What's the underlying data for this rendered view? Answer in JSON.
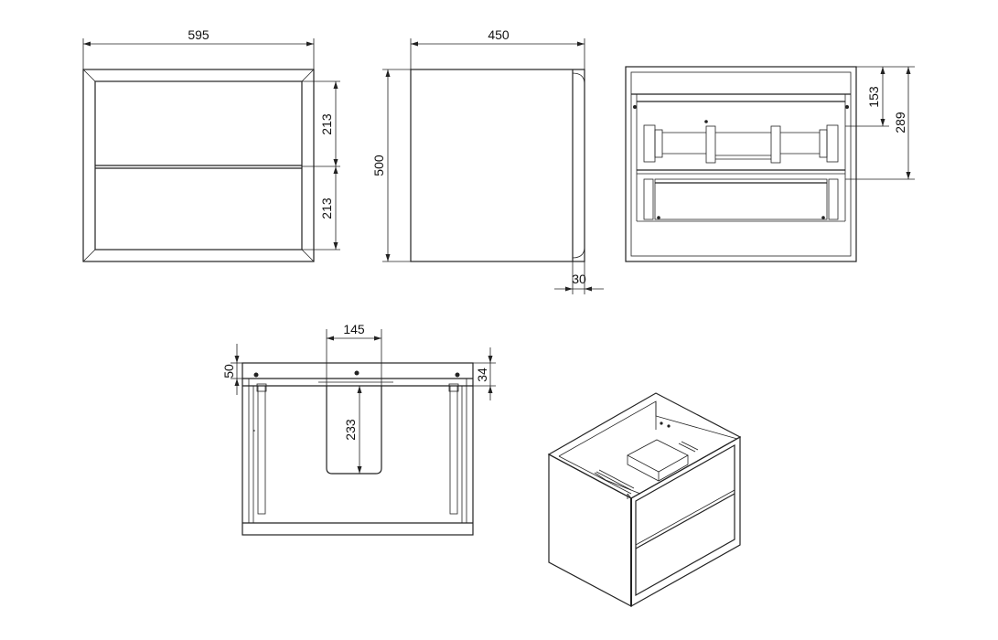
{
  "dimensions": {
    "front_width": "595",
    "front_drawer_top_height": "213",
    "front_drawer_bottom_height": "213",
    "side_depth": "450",
    "side_height": "500",
    "side_front_thickness": "30",
    "back_top_offset": "153",
    "back_lower_offset": "289",
    "top_cutout_width": "145",
    "top_cutout_depth": "233",
    "top_left_offset": "50",
    "top_right_offset": "34"
  }
}
